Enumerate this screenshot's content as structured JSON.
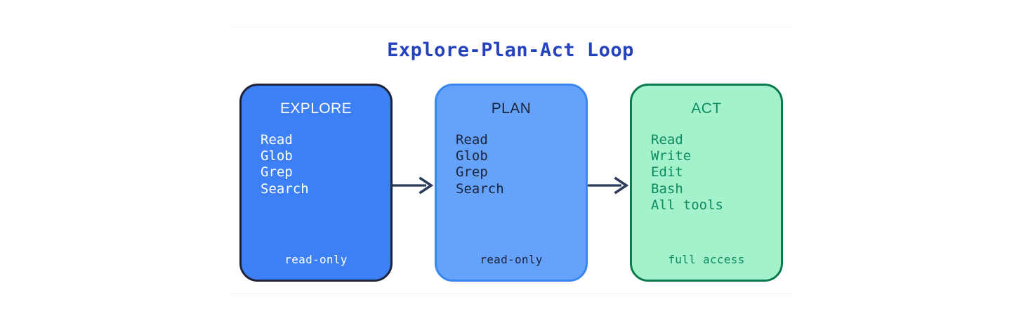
{
  "diagram": {
    "title": "Explore-Plan-Act Loop",
    "title_color": "#2442be",
    "background": "#ffffff",
    "arrow_color": "#2c3a5c",
    "stages": [
      {
        "id": "explore",
        "header": "EXPLORE",
        "tools": "Read\nGlob\nGrep\nSearch",
        "tool_list": [
          "Read",
          "Glob",
          "Grep",
          "Search"
        ],
        "footer": "read-only",
        "fill": "#3d80f5",
        "border": "#1b2438",
        "text_color": "#ffffff"
      },
      {
        "id": "plan",
        "header": "PLAN",
        "tools": "Read\nGlob\nGrep\nSearch",
        "tool_list": [
          "Read",
          "Glob",
          "Grep",
          "Search"
        ],
        "footer": "read-only",
        "fill": "#64a2fb",
        "border": "#3a86f0",
        "text_color": "#1b2438"
      },
      {
        "id": "act",
        "header": "ACT",
        "tools": "Read\nWrite\nEdit\nBash\nAll tools",
        "tool_list": [
          "Read",
          "Write",
          "Edit",
          "Bash",
          "All tools"
        ],
        "footer": "full access",
        "fill": "#a3f2cc",
        "border": "#0b7a4f",
        "text_color": "#0c8b5c"
      }
    ],
    "arrows": [
      {
        "id": "explore-to-plan",
        "from": "explore",
        "to": "plan"
      },
      {
        "id": "plan-to-act",
        "from": "plan",
        "to": "act"
      }
    ]
  }
}
